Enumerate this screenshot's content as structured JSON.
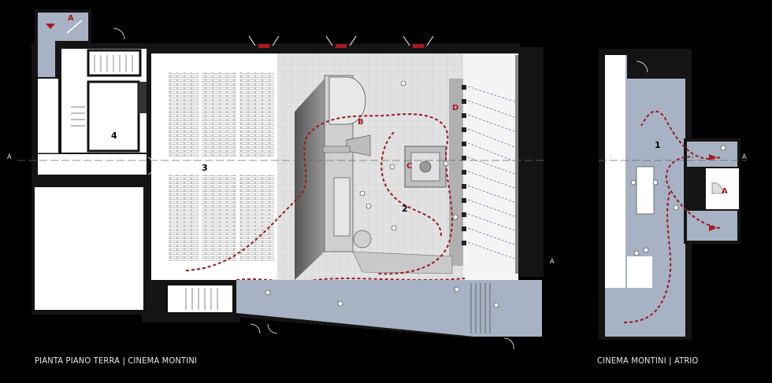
{
  "captions": {
    "main": "PIANTA PIANO TERRA | CINEMA MONTINI",
    "atrium": "CINEMA MONTINI | ATRIO"
  },
  "rooms": {
    "r1": "1",
    "r2": "2",
    "r3": "3",
    "r4": "4"
  },
  "features": {
    "A": "A",
    "A2": "A",
    "B": "B",
    "C": "C",
    "D": "D"
  },
  "section_markers": {
    "a_left": "A",
    "a_right": "A",
    "atrium_a_left": "A",
    "atrium_a_right": "A"
  },
  "colors": {
    "background": "#000000",
    "floor": "#ffffff",
    "wall": "#111111",
    "atrium": "#a7b3c4",
    "stage_grid": "#dcdcdc",
    "path": "#9a1a1f",
    "accent_red": "#a8191f",
    "light_cone": "#5a6fa8"
  }
}
